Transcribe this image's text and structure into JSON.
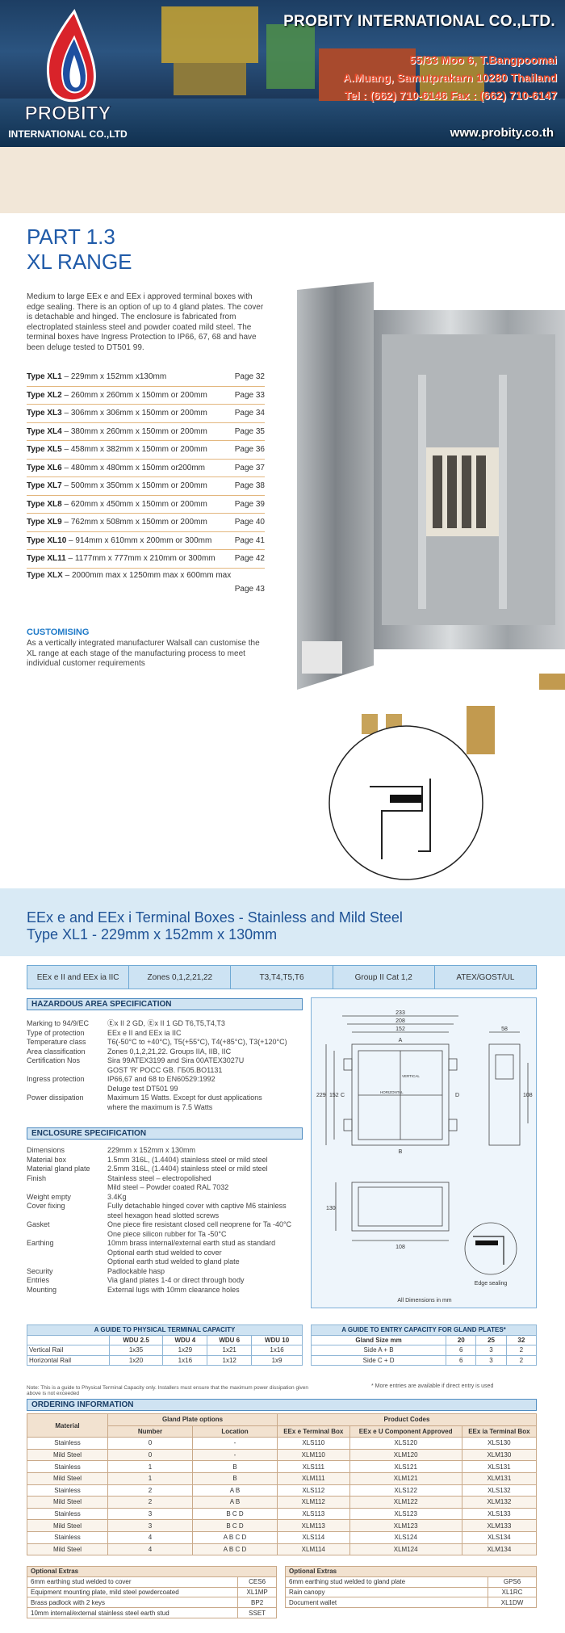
{
  "header": {
    "company": "PROBITY INTERNATIONAL CO.,LTD.",
    "address1": "55/33 Moo 6, T.Bangpoomai",
    "address2": "A.Muang, Samutprakarn 10280 Thailand",
    "tel": "Tel : (662) 710-6146 Fax : (662) 710-6147",
    "website": "www.probity.co.th",
    "logo_text": "PROBITY",
    "logo_sub": "INTERNATIONAL CO.,LTD"
  },
  "part": {
    "line1": "PART 1.3",
    "line2": "XL RANGE"
  },
  "intro": "Medium to large EEx e and EEx i approved terminal boxes with edge sealing. There is an option of up to 4 gland plates. The cover is detachable and hinged. The enclosure is fabricated from electroplated stainless steel and powder coated mild steel. The terminal boxes have Ingress Protection to IP66, 67, 68 and have been deluge tested to DT501 99.",
  "types": [
    {
      "name": "Type XL1",
      "dims": " – 229mm x 152mm  x130mm",
      "page": "Page 32"
    },
    {
      "name": "Type XL2",
      "dims": " – 260mm x 260mm x 150mm or 200mm",
      "page": "Page 33"
    },
    {
      "name": "Type XL3",
      "dims": " – 306mm x 306mm x 150mm or 200mm",
      "page": "Page 34"
    },
    {
      "name": "Type XL4",
      "dims": " – 380mm x 260mm x 150mm or 200mm",
      "page": "Page 35"
    },
    {
      "name": "Type XL5",
      "dims": " – 458mm x 382mm x 150mm or 200mm",
      "page": "Page 36"
    },
    {
      "name": "Type XL6",
      "dims": " – 480mm x 480mm x 150mm or200mm",
      "page": "Page 37"
    },
    {
      "name": "Type XL7",
      "dims": " – 500mm x 350mm x 150mm or 200mm",
      "page": "Page 38"
    },
    {
      "name": "Type XL8",
      "dims": " – 620mm x 450mm x 150mm or 200mm",
      "page": "Page 39"
    },
    {
      "name": "Type XL9",
      "dims": " – 762mm x 508mm x 150mm or 200mm",
      "page": "Page 40"
    },
    {
      "name": "Type XL10",
      "dims": " – 914mm x 610mm x 200mm or 300mm",
      "page": "Page 41"
    },
    {
      "name": "Type XL11",
      "dims": " – 1177mm x 777mm x 210mm or 300mm",
      "page": "Page 42"
    }
  ],
  "type_last": {
    "name": "Type XLX",
    "dims": " – 2000mm max x 1250mm max x 600mm max",
    "page": "Page 43"
  },
  "customising": {
    "title": "CUSTOMISING",
    "text": "As a vertically integrated manufacturer Walsall can customise the XL range at each stage of the manufacturing process to meet individual customer requirements"
  },
  "product": {
    "title1": "EEx e and EEx i Terminal Boxes - Stainless and Mild Steel",
    "title2": "Type XL1 - 229mm x 152mm x 130mm"
  },
  "spec_bar": [
    "EEx e II and EEx ia IIC",
    "Zones 0,1,2,21,22",
    "T3,T4,T5,T6",
    "Group II Cat 1,2",
    "ATEX/GOST/UL"
  ],
  "hazardous": {
    "title": "HAZARDOUS AREA SPECIFICATION",
    "rows": [
      {
        "k": "Marking to 94/9/EC",
        "v": "Ⓔx II 2 GD, Ⓔx II 1 GD T6,T5,T4,T3"
      },
      {
        "k": "Type of protection",
        "v": "EEx e II and EEx ia IIC"
      },
      {
        "k": "Temperature class",
        "v": "T6(-50°C to +40°C), T5(+55°C), T4(+85°C), T3(+120°C)"
      },
      {
        "k": "Area classification",
        "v": "Zones 0,1,2,21,22. Groups IIA, IIB, IIC"
      },
      {
        "k": "Certification Nos",
        "v": "Sira 99ATEX3199 and Sira 00ATEX3027U"
      },
      {
        "k": "",
        "v": "GOST 'R' POCC GB. ГБ05.BO1131"
      },
      {
        "k": "Ingress protection",
        "v": "IP66,67 and 68 to EN60529:1992"
      },
      {
        "k": "",
        "v": "Deluge test DT501 99"
      },
      {
        "k": "Power dissipation",
        "v": "Maximum 15 Watts. Except for dust applications"
      },
      {
        "k": "",
        "v": "where the maximum is 7.5 Watts"
      }
    ]
  },
  "enclosure": {
    "title": "ENCLOSURE SPECIFICATION",
    "rows": [
      {
        "k": "Dimensions",
        "v": "229mm x 152mm x 130mm"
      },
      {
        "k": "Material box",
        "v": "1.5mm 316L, (1.4404) stainless steel or mild steel"
      },
      {
        "k": "Material gland plate",
        "v": "2.5mm 316L, (1.4404) stainless steel or mild steel"
      },
      {
        "k": "Finish",
        "v": "Stainless steel – electropolished"
      },
      {
        "k": "",
        "v": "Mild steel – Powder coated RAL 7032"
      },
      {
        "k": "Weight empty",
        "v": "3.4Kg"
      },
      {
        "k": "Cover fixing",
        "v": "Fully detachable hinged cover with captive M6 stainless"
      },
      {
        "k": "",
        "v": "steel hexagon head slotted screws"
      },
      {
        "k": "Gasket",
        "v": "One piece fire resistant closed cell neoprene for Ta -40°C"
      },
      {
        "k": "",
        "v": "One piece silicon rubber for Ta -50°C"
      },
      {
        "k": "Earthing",
        "v": "10mm brass internal/external earth stud as standard"
      },
      {
        "k": "",
        "v": "Optional earth stud welded to cover"
      },
      {
        "k": "",
        "v": "Optional earth stud welded to gland plate"
      },
      {
        "k": "Security",
        "v": "Padlockable hasp"
      },
      {
        "k": "Entries",
        "v": "Via gland plates 1-4 or direct through body"
      },
      {
        "k": "Mounting",
        "v": "External lugs with 10mm clearance holes"
      }
    ]
  },
  "drawing": {
    "dims": [
      "233",
      "208",
      "152",
      "229",
      "152",
      "108",
      "58",
      "130",
      "108"
    ],
    "letters": [
      "A",
      "B",
      "C",
      "D"
    ],
    "vertical": "VERTICAL",
    "horizontal": "HORIZONTAL",
    "edge": "Edge sealing",
    "all_dims": "All Dimensions in mm"
  },
  "terminal_guide": {
    "title": "A GUIDE TO PHYSICAL TERMINAL CAPACITY",
    "headers": [
      "",
      "WDU 2.5",
      "WDU 4",
      "WDU 6",
      "WDU 10"
    ],
    "rows": [
      [
        "Vertical Rail",
        "1x35",
        "1x29",
        "1x21",
        "1x16"
      ],
      [
        "Horizontal Rail",
        "1x20",
        "1x16",
        "1x12",
        "1x9"
      ]
    ],
    "note": "Note: This is a guide to Physical Terminal Capacity only. Installers must ensure that the maximum power dissipation given above is not exceeded"
  },
  "gland_guide": {
    "title": "A GUIDE TO ENTRY CAPACITY FOR GLAND PLATES*",
    "headers": [
      "Gland Size mm",
      "20",
      "25",
      "32"
    ],
    "rows": [
      [
        "Side A + B",
        "6",
        "3",
        "2"
      ],
      [
        "Side C + D",
        "6",
        "3",
        "2"
      ]
    ],
    "note": "* More entries are available if direct entry is used"
  },
  "ordering": {
    "title": "ORDERING INFORMATION",
    "group_headers": [
      "Material",
      "Gland Plate options",
      "Product Codes"
    ],
    "sub_headers": [
      "Number",
      "Location",
      "EEx e Terminal Box",
      "EEx e U Component Approved",
      "EEx ia Terminal Box"
    ],
    "rows": [
      [
        "Stainless",
        "0",
        "-",
        "XLS110",
        "XLS120",
        "XLS130"
      ],
      [
        "Mild Steel",
        "0",
        "-",
        "XLM110",
        "XLM120",
        "XLM130"
      ],
      [
        "Stainless",
        "1",
        "B",
        "XLS111",
        "XLS121",
        "XLS131"
      ],
      [
        "Mild Steel",
        "1",
        "B",
        "XLM111",
        "XLM121",
        "XLM131"
      ],
      [
        "Stainless",
        "2",
        "A B",
        "XLS112",
        "XLS122",
        "XLS132"
      ],
      [
        "Mild Steel",
        "2",
        "A B",
        "XLM112",
        "XLM122",
        "XLM132"
      ],
      [
        "Stainless",
        "3",
        "B C D",
        "XLS113",
        "XLS123",
        "XLS133"
      ],
      [
        "Mild Steel",
        "3",
        "B C D",
        "XLM113",
        "XLM123",
        "XLM133"
      ],
      [
        "Stainless",
        "4",
        "A B C D",
        "XLS114",
        "XLS124",
        "XLS134"
      ],
      [
        "Mild Steel",
        "4",
        "A B C D",
        "XLM114",
        "XLM124",
        "XLM134"
      ]
    ]
  },
  "extras_left": {
    "title": "Optional Extras",
    "rows": [
      [
        "6mm earthing stud welded to cover",
        "CES6"
      ],
      [
        "Equipment mounting plate, mild steel powdercoated",
        "XL1MP"
      ],
      [
        "Brass padlock with 2 keys",
        "BP2"
      ],
      [
        "10mm internal/external stainless steel earth stud",
        "SSET"
      ]
    ]
  },
  "extras_right": {
    "title": "Optional Extras",
    "rows": [
      [
        "6mm earthing stud welded to gland plate",
        "GPS6"
      ],
      [
        "Rain canopy",
        "XL1RC"
      ],
      [
        "Document wallet",
        "XL1DW"
      ]
    ]
  }
}
